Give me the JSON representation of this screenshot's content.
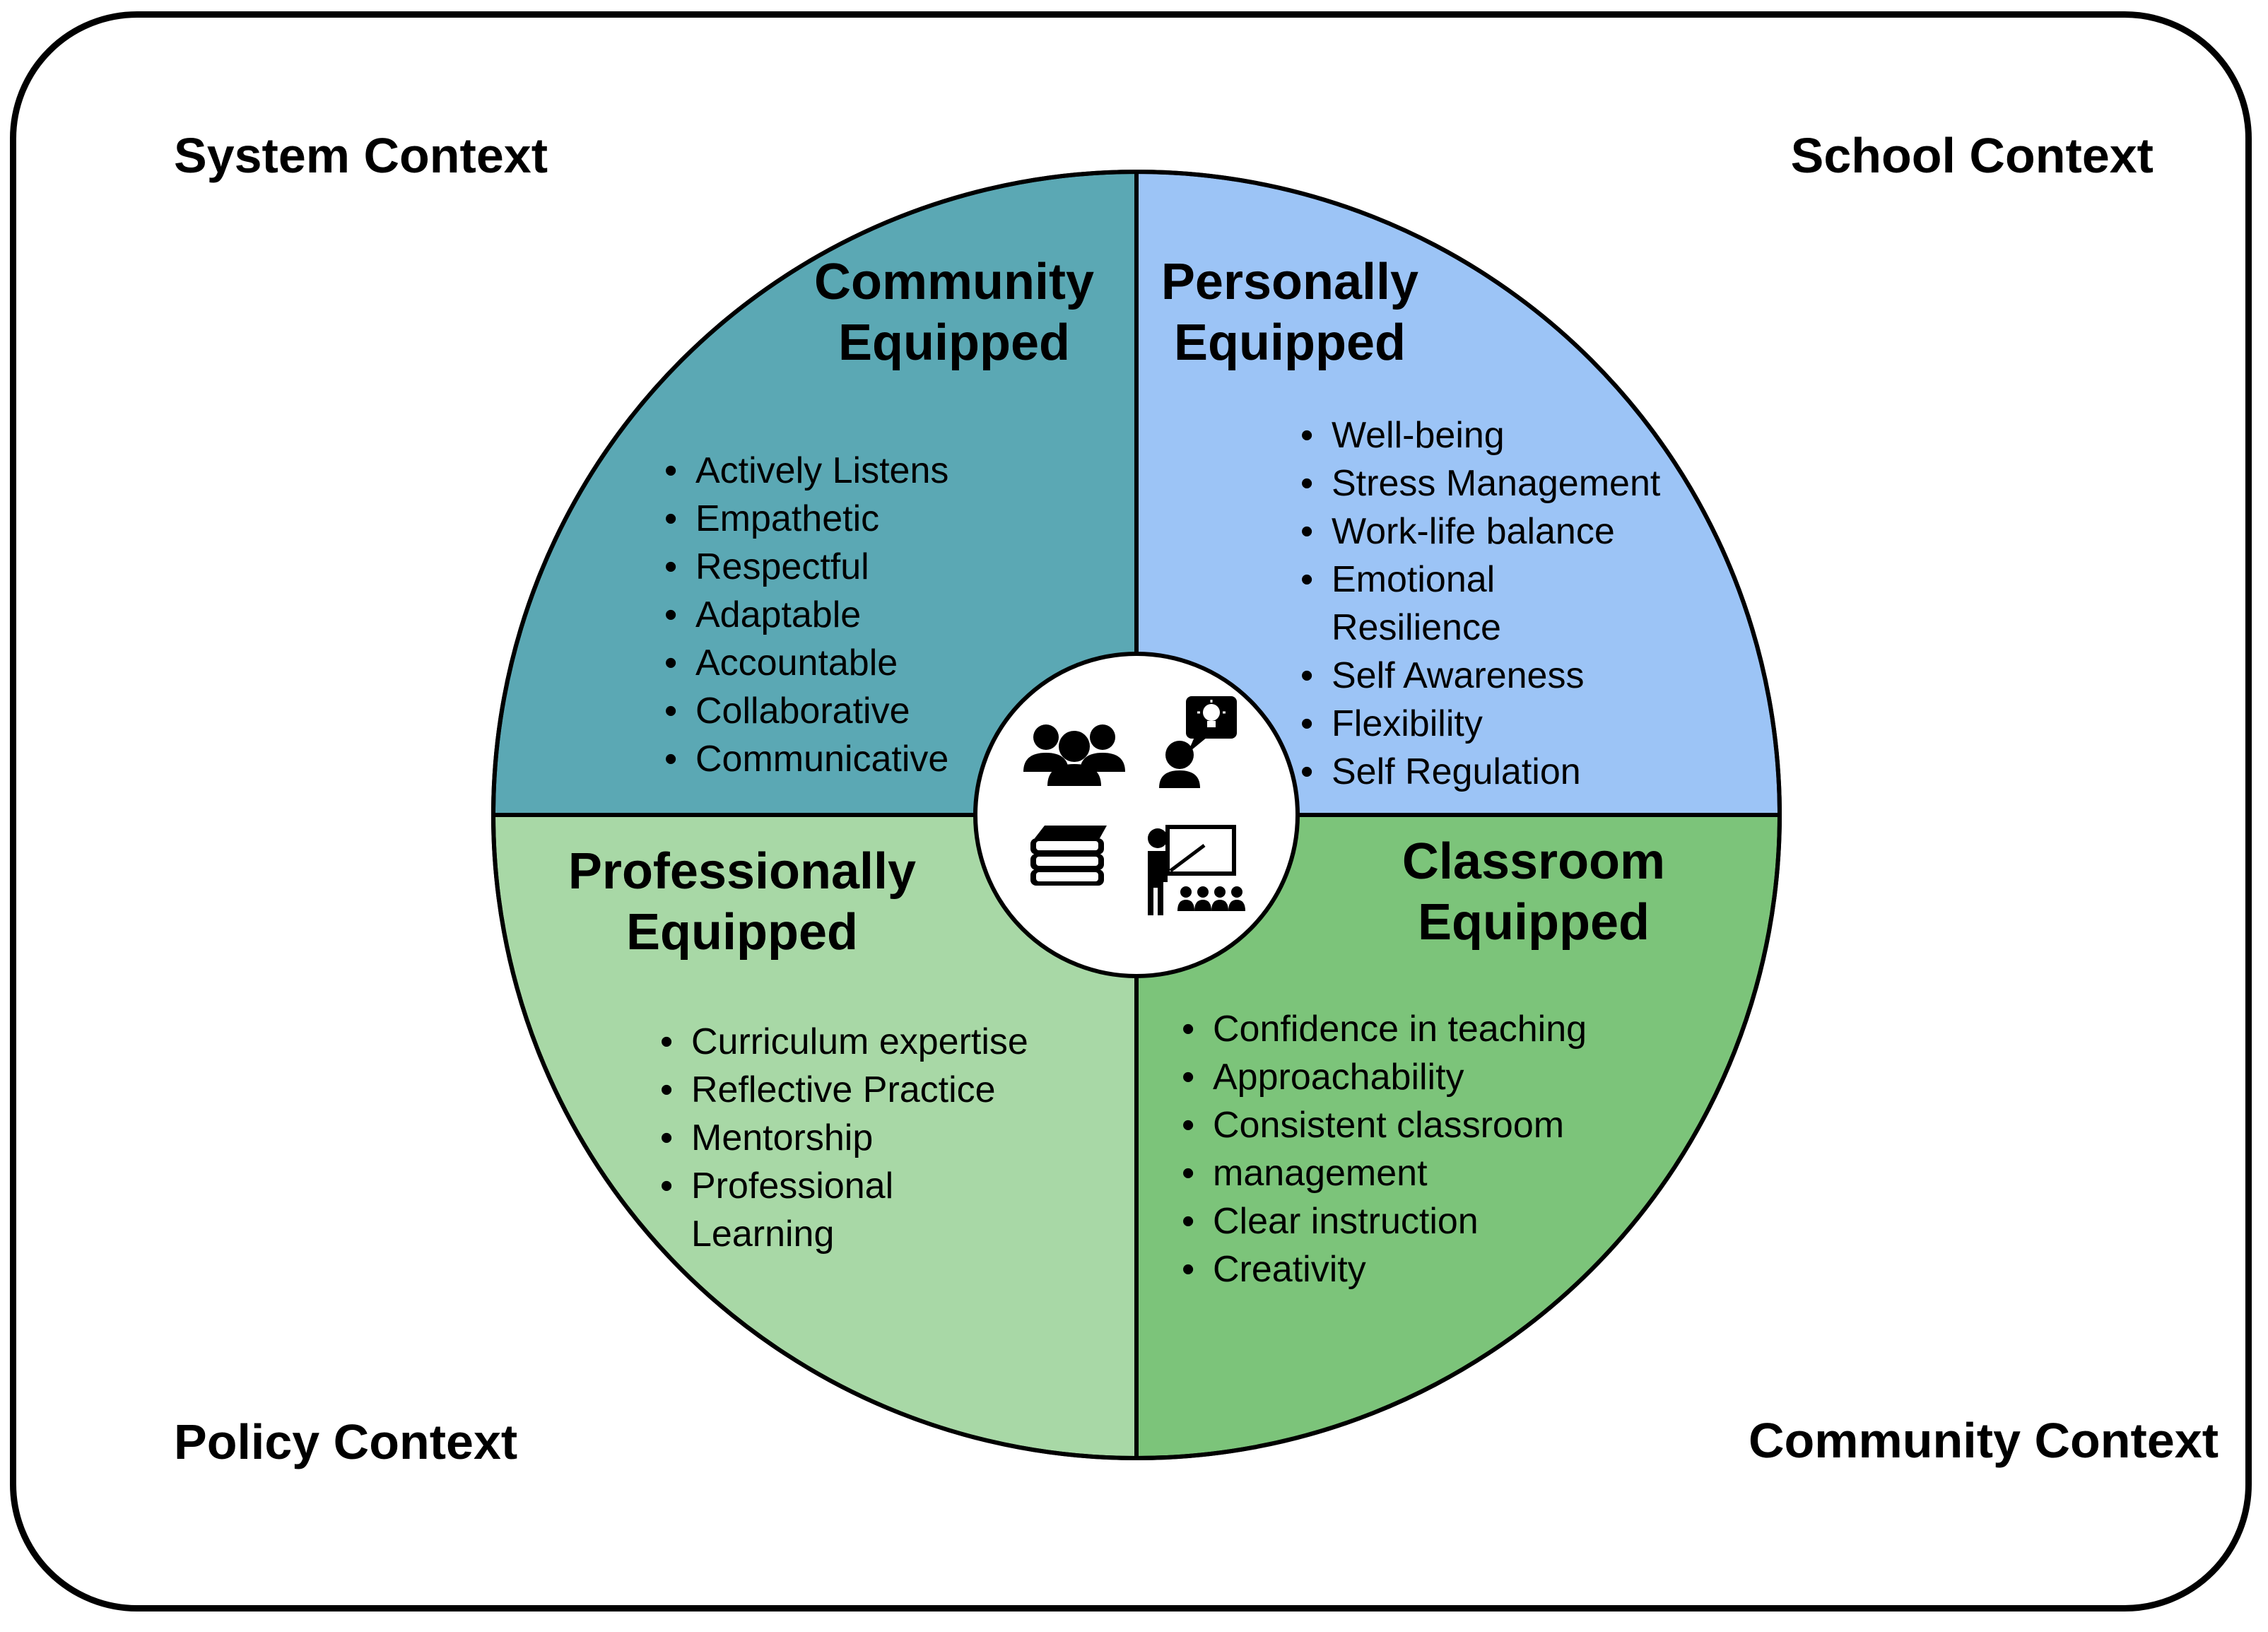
{
  "contexts": {
    "top_left": "System Context",
    "top_right": "School Context",
    "bottom_left": "Policy Context",
    "bottom_right": "Community Context"
  },
  "colors": {
    "community_equipped": "#5ba8b4",
    "personally_equipped": "#9cc4f6",
    "professionally_equipped": "#a8d8a6",
    "classroom_equipped": "#7cc47a",
    "outline": "#000000",
    "hub": "#ffffff"
  },
  "quadrants": {
    "community": {
      "title_line1": "Community",
      "title_line2": "Equipped",
      "items": [
        "Actively Listens",
        "Empathetic",
        "Respectful",
        "Adaptable",
        "Accountable",
        "Collaborative",
        "Communicative"
      ]
    },
    "personal": {
      "title_line1": "Personally",
      "title_line2": "Equipped",
      "items": [
        "Well-being",
        "Stress Management",
        "Work-life balance",
        "Emotional Resilience",
        "Self Awareness",
        "Flexibility",
        "Self Regulation"
      ]
    },
    "professional": {
      "title_line1": "Professionally",
      "title_line2": "Equipped",
      "items": [
        "Curriculum expertise",
        "Reflective Practice",
        "Mentorship",
        "Professional Learning"
      ]
    },
    "classroom": {
      "title_line1": "Classroom",
      "title_line2": "Equipped",
      "items": [
        "Confidence in teaching",
        "Approachability",
        "Consistent classroom",
        "management",
        "Clear instruction",
        "Creativity"
      ]
    }
  },
  "hub_icons": [
    "people-group-icon",
    "idea-speaker-icon",
    "books-icon",
    "teacher-classroom-icon"
  ]
}
